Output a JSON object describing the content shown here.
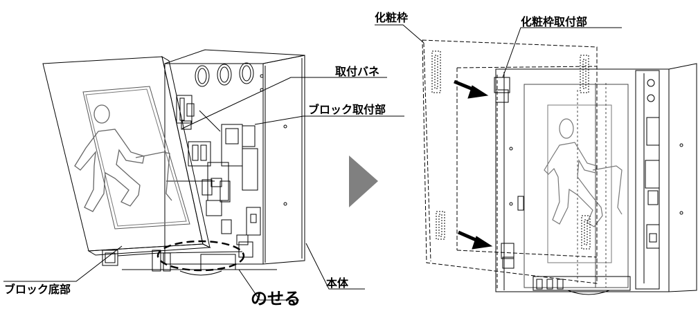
{
  "labels": {
    "mounting_spring": "取付バネ",
    "block_mount": "ブロック取付部",
    "block_bottom": "ブロック底部",
    "place": "のせる",
    "body": "本体",
    "decorative_frame": "化粧枠",
    "frame_mount": "化粧枠取付部"
  },
  "colors": {
    "line": "#000000",
    "arrow": "#808080"
  }
}
